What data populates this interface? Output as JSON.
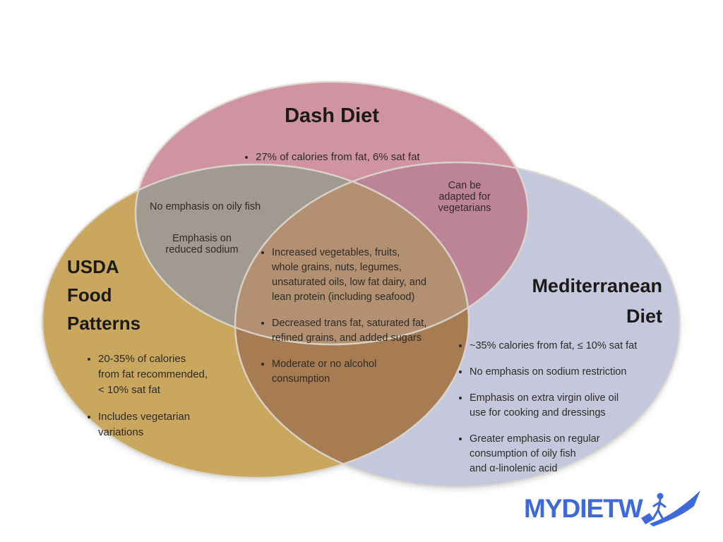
{
  "page": {
    "background": "#ffffff"
  },
  "colors": {
    "dash_fill": "#cf93a2",
    "usda_fill": "#c9a75e",
    "med_fill": "#c5c8dc",
    "dash_usda_overlap": "#a09a90",
    "dash_med_overlap": "#bd8497",
    "usda_med_overlap": "#a87c52",
    "center_overlap": "#b29071",
    "ellipse_outline": "#ddd8d0",
    "text": "#2e2b27",
    "logo_blue": "#3e69d8"
  },
  "venn": {
    "dash": {
      "title": "Dash Diet",
      "items": [
        "27% of calories from fat, 6% sat fat"
      ]
    },
    "usda": {
      "title": "USDA\nFood\nPatterns",
      "items": [
        "20-35% of calories\nfrom fat recommended,\n< 10% sat fat",
        "Includes vegetarian\nvariations"
      ]
    },
    "med": {
      "title": "Mediterranean\nDiet",
      "items": [
        "~35% calories from fat, ≤ 10% sat fat",
        "No emphasis on sodium restriction",
        "Emphasis on extra virgin olive oil\nuse for cooking and dressings",
        "Greater emphasis on regular\nconsumption of oily fish\nand α-linolenic acid"
      ]
    },
    "dash_usda": {
      "labels": [
        "No emphasis on oily fish",
        "Emphasis on\nreduced sodium"
      ]
    },
    "dash_med": {
      "labels": [
        "Can be\nadapted for\nvegetarians"
      ]
    },
    "center": {
      "items": [
        "Increased vegetables, fruits,\nwhole grains, nuts, legumes,\nunsaturated oils, low fat dairy, and\nlean protein (including seafood)",
        "Decreased trans fat, saturated fat,\nrefined grains, and added sugars",
        "Moderate or no alcohol\nconsumption"
      ]
    }
  },
  "logo": {
    "text": "MYDIETW",
    "icon": "swoosh-runner-icon"
  }
}
